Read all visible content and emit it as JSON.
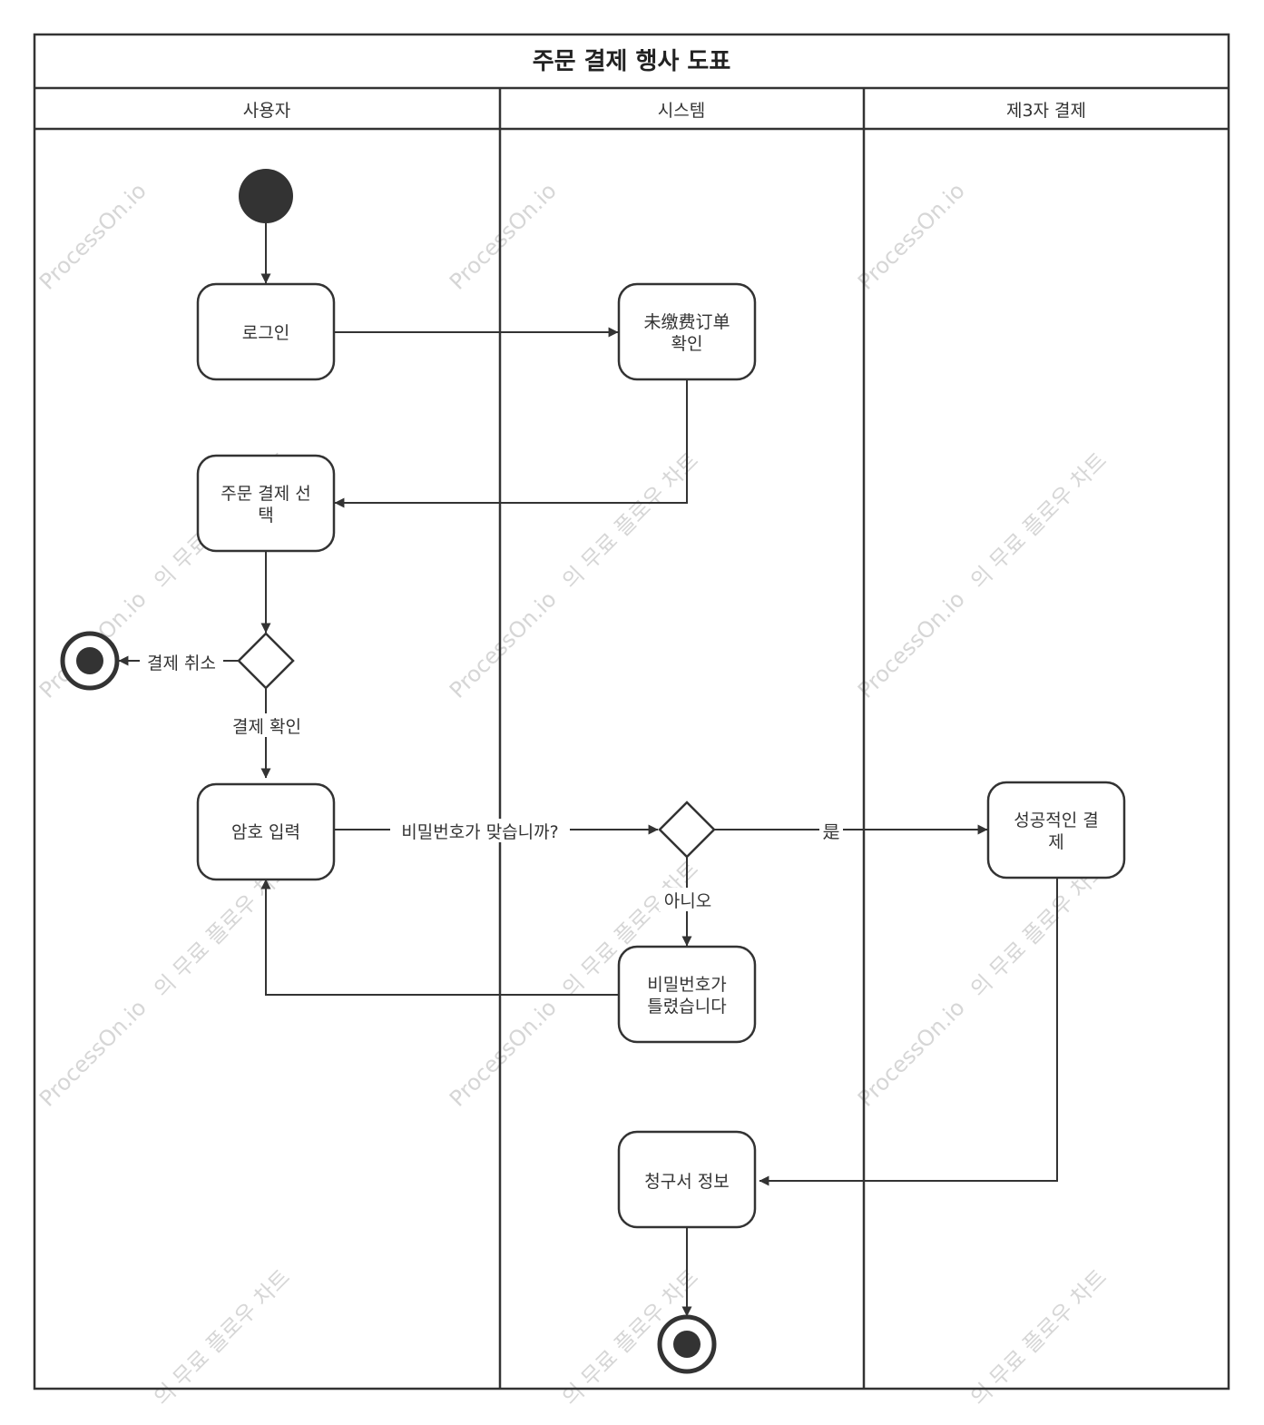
{
  "title": "주문 결제 행사 도표",
  "lanes": [
    {
      "label": "사용자"
    },
    {
      "label": "시스템"
    },
    {
      "label": "제3자 결제"
    }
  ],
  "nodes": {
    "login": [
      "로그인"
    ],
    "check_unpaid": [
      "未缴费订单",
      "확인"
    ],
    "select_payment": [
      "주문 결제 선",
      "택"
    ],
    "enter_password": [
      "암호 입력"
    ],
    "wrong_password": [
      "비밀번호가",
      "틀렸습니다"
    ],
    "payment_success": [
      "성공적인 결",
      "제"
    ],
    "invoice_info": [
      "청구서 정보"
    ]
  },
  "edge_labels": {
    "cancel_payment": "결제 취소",
    "confirm_payment": "결제 확인",
    "password_correct_question": "비밀번호가 맞습니까?",
    "yes": "是",
    "no": "아니오"
  },
  "watermark": {
    "brand": "ProcessOn.io",
    "slogan": "의 무료 플로우 차트"
  },
  "colors": {
    "stroke": "#333333",
    "start_fill": "#333333",
    "background": "#ffffff",
    "watermark": "#d6d6d6"
  }
}
